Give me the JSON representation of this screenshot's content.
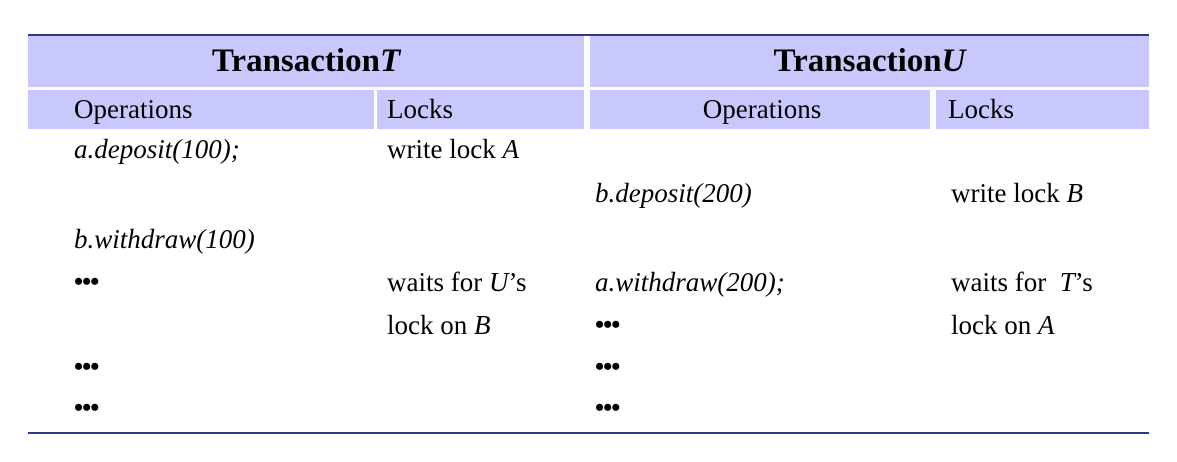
{
  "header": {
    "transaction_t_prefix": "Transaction ",
    "transaction_t_var": "T",
    "transaction_u_prefix": "Transaction ",
    "transaction_u_var": "U"
  },
  "subheader": {
    "t_operations": "Operations",
    "t_locks": "Locks",
    "u_operations": "Operations",
    "u_locks": "Locks"
  },
  "rows": [
    {
      "t_op": "a.deposit(100);",
      "t_lock_text": "write lock ",
      "t_lock_var": "A",
      "u_op": "",
      "u_lock_text": "",
      "u_lock_var": ""
    },
    {
      "t_op": "",
      "t_lock_text": "",
      "t_lock_var": "",
      "u_op": "b.deposit(200)",
      "u_lock_text": "write lock ",
      "u_lock_var": "B"
    },
    {
      "t_op": "b.withdraw(100)",
      "t_lock_text": "",
      "t_lock_var": "",
      "u_op": "",
      "u_lock_text": "",
      "u_lock_var": ""
    },
    {
      "t_dots": "•••",
      "t_lock_pre": "waits for ",
      "t_lock_var": "U",
      "t_lock_post": "’s",
      "u_op": "a.withdraw(200);",
      "u_lock_pre": "waits for  ",
      "u_lock_var": "T",
      "u_lock_post": "’s"
    },
    {
      "t_dots": "",
      "t_lock_text": "lock on ",
      "t_lock_var": "B",
      "u_dots": "•••",
      "u_lock_text": "lock on ",
      "u_lock_var": "A"
    },
    {
      "t_dots": "•••",
      "u_dots": "•••"
    },
    {
      "t_dots": "•••",
      "u_dots": "•••"
    }
  ]
}
